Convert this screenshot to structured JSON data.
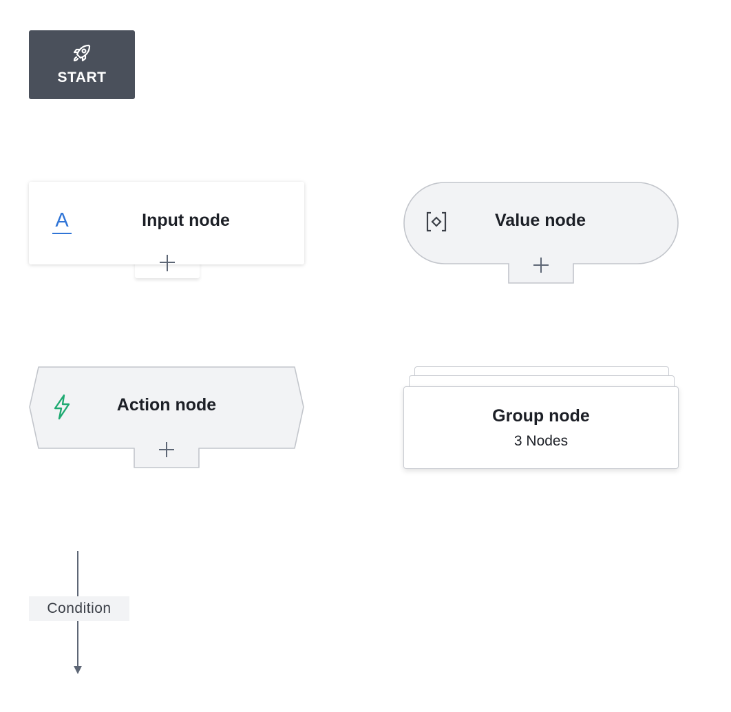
{
  "start": {
    "label": "START",
    "icon": "rocket-icon"
  },
  "input_node": {
    "title": "Input node",
    "icon_glyph": "A",
    "icon": "text-input-icon",
    "add_icon": "plus-icon"
  },
  "value_node": {
    "title": "Value node",
    "icon": "bracket-diamond-icon",
    "add_icon": "plus-icon"
  },
  "action_node": {
    "title": "Action node",
    "icon": "lightning-icon",
    "add_icon": "plus-icon"
  },
  "group_node": {
    "title": "Group node",
    "subtitle": "3 Nodes"
  },
  "condition_edge": {
    "label": "Condition",
    "icon": "arrow-down-icon"
  },
  "colors": {
    "start_bg": "#4a505b",
    "node_fill": "#f2f3f5",
    "node_border": "#c2c5cb",
    "input_accent": "#2f74d6",
    "action_accent": "#1faa72",
    "edge": "#5d6675"
  }
}
